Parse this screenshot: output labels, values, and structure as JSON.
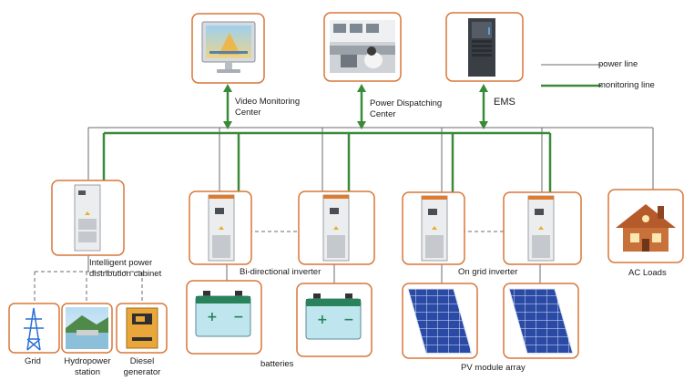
{
  "colors": {
    "frame": "#d9773a",
    "monitoring_line": "#3a8a3a",
    "power_line": "#6b6b6b",
    "cabinet_body": "#ecedef",
    "battery_body": "#bfe6ef",
    "solar_blue": "#2d4fb0",
    "house_roof": "#b55a2a"
  },
  "icons": {
    "video_monitor": "monitor-icon",
    "dispatch_center": "control-room-photo",
    "ems": "server-rack-icon",
    "grid": "transmission-tower-icon",
    "hydropower": "dam-photo",
    "diesel": "diesel-generator-icon",
    "cabinet": "electrical-cabinet-icon",
    "battery": "battery-icon",
    "pv": "solar-panel-icon",
    "ac_loads": "house-icon"
  },
  "legend": {
    "power_line": "power line",
    "monitoring_line": "monitoring line"
  },
  "labels": {
    "video_monitoring": [
      "Video Monitoring",
      "Center"
    ],
    "power_dispatching": [
      "Power Dispatching",
      "Center"
    ],
    "ems": "EMS",
    "intelligent_cabinet": [
      "Intelligent power",
      "distribution cabinet"
    ],
    "bidirectional_inverter": "Bi-directional inverter",
    "on_grid_inverter": "On grid inverter",
    "ac_loads": "AC Loads",
    "grid": "Grid",
    "hydropower": [
      "Hydropower",
      "station"
    ],
    "diesel": [
      "Diesel",
      "generator"
    ],
    "batteries": "batteries",
    "pv_array": "PV module array"
  }
}
